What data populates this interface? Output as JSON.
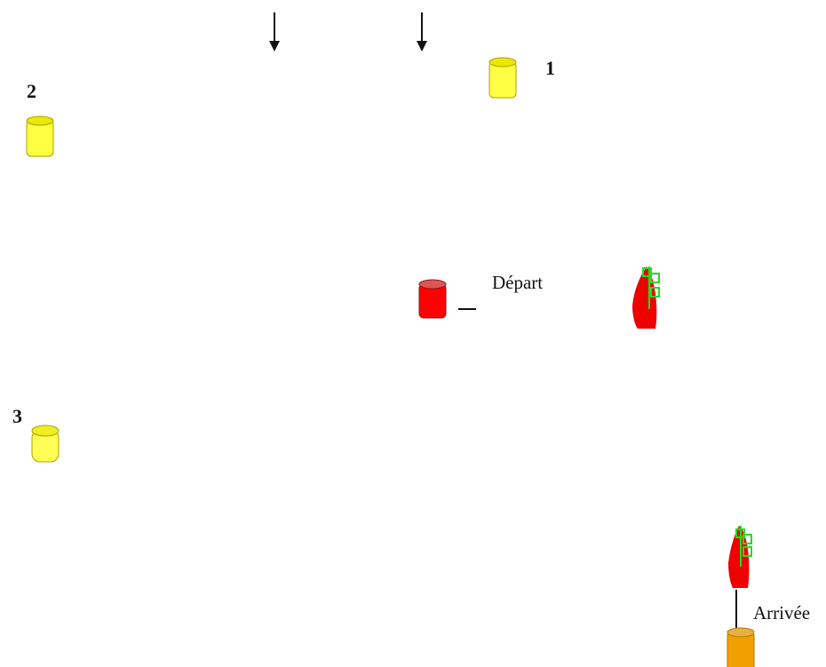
{
  "wind_arrows": [
    {
      "name": "wind-arrow-left"
    },
    {
      "name": "wind-arrow-right"
    }
  ],
  "buoys": [
    {
      "number": "1",
      "color": "#ffff44",
      "rim": "#e8e800"
    },
    {
      "number": "2",
      "color": "#ffff44",
      "rim": "#e8e800"
    },
    {
      "number": "3",
      "color": "#ffff55",
      "rim": "#eeee22"
    }
  ],
  "start": {
    "label": "Départ",
    "buoy_color": "#ff0000",
    "buoy_rim": "#dd5555"
  },
  "finish": {
    "label": "Arrivée",
    "buoy_color": "#f0a000",
    "buoy_rim": "#e8b040"
  },
  "boats": [
    {
      "name": "boat-start",
      "hull_color": "#ee0000",
      "sail_color": "#22dd22"
    },
    {
      "name": "boat-finish",
      "hull_color": "#ee0000",
      "sail_color": "#22dd22"
    }
  ]
}
